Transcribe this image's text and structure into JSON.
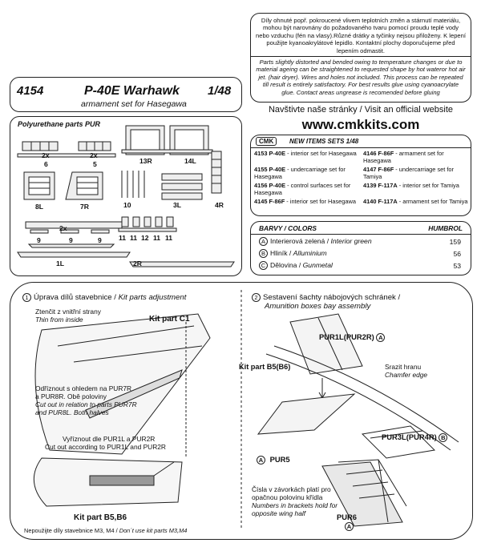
{
  "header": {
    "code": "4154",
    "model": "P-40E Warhawk",
    "scale": "1/48",
    "subtitle": "armament set for Hasegawa"
  },
  "notice": {
    "cz": "Díly ohnuté popř. pokroucené vlivem teplotních změn a stárnutí materiálu, mohou být narovnány do požadovaného tvaru pomocí proudu teplé vody nebo vzduchu (fén na vlasy).Různé drátky a tyčinky nejsou přiloženy. K lepení použijte kyanoakrylátové lepidlo. Kontaktní plochy doporučujeme před lepením odmastit.",
    "en": "Parts slightly distorted and bended owing to temperature changes or due to material ageing can be straightened to requested shape by hot wateror hot air jet. (hair dryer). Wires and holes not included. This process can be repeated till result is entirely satisfactory. For best results glue using cyanoacrylate glue. Contact areas ungrease is recomended before gluing"
  },
  "visit": "Navštivte naše stránky / Visit an official website",
  "website": "www.cmkkits.com",
  "parts": {
    "title": "Polyurethane parts PUR",
    "labels": {
      "p6_count": "2x",
      "p6": "6",
      "p5_count": "2x",
      "p5": "5",
      "p13R": "13R",
      "p14L": "14L",
      "p8L": "8L",
      "p7R": "7R",
      "p10": "10",
      "p3L": "3L",
      "p4R": "4R",
      "p9_count": "2x",
      "p9a": "9",
      "p9b": "9",
      "p9c": "9",
      "p11": "11",
      "p11b": "11",
      "p12": "12",
      "p11c": "11",
      "p11d": "11",
      "p1L": "1L",
      "p2R": "2R"
    }
  },
  "new_items": {
    "header": "NEW ITEMS SETS 1/48",
    "left": [
      {
        "code": "4153 P-40E",
        "desc": "- interior set for Hasegawa"
      },
      {
        "code": "4155 P-40E",
        "desc": "- undercarriage set for Hasegawa"
      },
      {
        "code": "4156 P-40E",
        "desc": "- control surfaces set for Hasegawa"
      },
      {
        "code": "4145 F-86F",
        "desc": "- interior set for Hasegawa"
      }
    ],
    "right": [
      {
        "code": "4146 F-86F",
        "desc": "- armament set for Hasegawa"
      },
      {
        "code": "4147 F-86F",
        "desc": "- undercarriage set for Tamiya"
      },
      {
        "code": "4139 F-117A",
        "desc": "- interior set for Tamiya"
      },
      {
        "code": "4140 F-117A",
        "desc": "- armament set for Tamiya"
      }
    ]
  },
  "colors": {
    "header_left": "BARVY / COLORS",
    "header_right": "HUMBROL",
    "rows": [
      {
        "key": "A",
        "cz": "Interierová zelená",
        "en": "Interior green",
        "code": "159"
      },
      {
        "key": "B",
        "cz": "Hliník",
        "en": "Alluminium",
        "code": "56"
      },
      {
        "key": "C",
        "cz": "Dělovina",
        "en": "Gunmetal",
        "code": "53"
      }
    ]
  },
  "step1": {
    "num": "1",
    "title_cz": "Úprava dílů stavebnice",
    "title_en": "Kit parts adjustment",
    "note1_cz": "Ztenčit z vnitřní strany",
    "note1_en": "Thin from inside",
    "kit_c1": "Kit part C1",
    "note2_cz1": "Odříznout s ohledem na PUR7R",
    "note2_cz2": "a PUR8R. Obě poloviny",
    "note2_en1": "Cut out in relation to parts PUR7R",
    "note2_en2": "and PUR8L. Both halves",
    "note3_cz": "Vyříznout dle PUR1L a PUR2R",
    "note3_en": "Cut out according to PUR1L and PUR2R",
    "kit_b5": "Kit part B5,B6"
  },
  "step2": {
    "num": "2",
    "title_cz": "Sestavení šachty nábojových schránek",
    "title_en": "Amunition boxes bay assembly",
    "pur1l": "PUR1L(PUR2R)",
    "pur1l_col": "A",
    "chamfer_cz": "Srazit hranu",
    "chamfer_en": "Chamfer edge",
    "kit_b5b6": "Kit part B5(B6)",
    "pur3l": "PUR3L(PUR4R)",
    "pur3l_col": "B",
    "pur5_col": "A",
    "pur5": "PUR5",
    "pur6": "PUR6",
    "pur6_col": "A",
    "numbers_cz1": "Čísla v závorkách platí pro",
    "numbers_cz2": "opačnou polovinu křídla",
    "numbers_en1": "Numbers in brackets hold for",
    "numbers_en2": "opposite wing half"
  },
  "footer": {
    "cz": "Nepoužijte díly stavebnice M3, M4",
    "en": "Don´t use kit parts M3,M4"
  }
}
